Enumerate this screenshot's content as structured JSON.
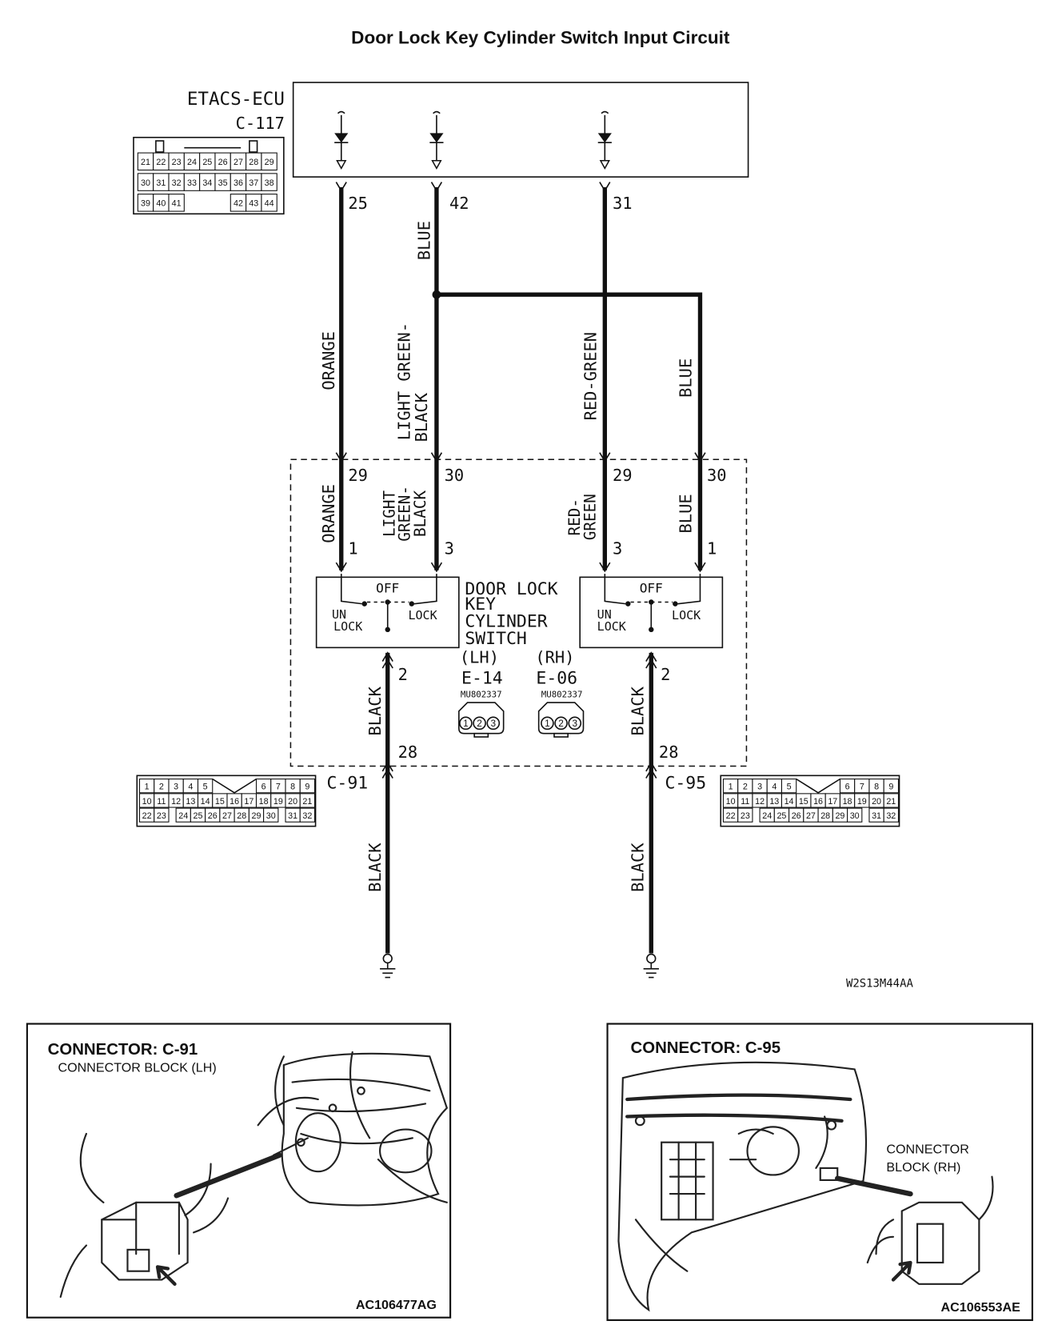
{
  "title": "Door Lock Key Cylinder Switch Input Circuit",
  "ecu": {
    "name": "ETACS-ECU",
    "connector": "C-117"
  },
  "ecu_connector_pins": {
    "row1": [
      "21",
      "22",
      "23",
      "24",
      "25",
      "26",
      "27",
      "28",
      "29"
    ],
    "row2": [
      "30",
      "31",
      "32",
      "33",
      "34",
      "35",
      "36",
      "37",
      "38"
    ],
    "row3": [
      "39",
      "40",
      "41",
      "42",
      "43",
      "44"
    ]
  },
  "ecu_terminals": [
    "25",
    "42",
    "31"
  ],
  "wire_colors": {
    "orange": "ORANGE",
    "blue": "BLUE",
    "light_green_black_1": "LIGHT GREEN-",
    "light_green_black_2": "BLACK",
    "lgb_1": "LIGHT",
    "lgb_2": "GREEN-",
    "lgb_3": "BLACK",
    "red_green": "RED-GREEN",
    "rg_1": "RED-",
    "rg_2": "GREEN",
    "black": "BLACK"
  },
  "junction_terminals": {
    "lh_a": "29",
    "lh_b": "30",
    "rh_a": "29",
    "rh_b": "30",
    "lh_gnd": "28",
    "rh_gnd": "28"
  },
  "switch_terminals": {
    "lh_a": "1",
    "lh_b": "3",
    "rh_a": "3",
    "rh_b": "1",
    "lh_gnd": "2",
    "rh_gnd": "2"
  },
  "switch": {
    "off": "OFF",
    "un": "UN",
    "lock_un": "LOCK",
    "lock": "LOCK",
    "name_1": "DOOR LOCK",
    "name_2": "KEY",
    "name_3": "CYLINDER",
    "name_4": "SWITCH",
    "lh": "(LH)",
    "rh": "(RH)",
    "lh_connector": "E-14",
    "rh_connector": "E-06",
    "part_number": "MU802337",
    "pins": [
      "1",
      "2",
      "3"
    ]
  },
  "junction_blocks": {
    "lh": "C-91",
    "rh": "C-95",
    "pins": {
      "row1": [
        "1",
        "2",
        "3",
        "4",
        "5",
        "6",
        "7",
        "8",
        "9"
      ],
      "row2": [
        "10",
        "11",
        "12",
        "13",
        "14",
        "15",
        "16",
        "17",
        "18",
        "19",
        "20",
        "21"
      ],
      "row3": [
        "22",
        "23",
        "24",
        "25",
        "26",
        "27",
        "28",
        "29",
        "30",
        "31",
        "32"
      ]
    }
  },
  "diagram_code": "W2S13M44AA",
  "panels": {
    "left": {
      "title": "CONNECTOR: C-91",
      "subtitle": "CONNECTOR BLOCK (LH)",
      "code": "AC106477AG"
    },
    "right": {
      "title": "CONNECTOR: C-95",
      "label_1": "CONNECTOR",
      "label_2": "BLOCK (RH)",
      "code": "AC106553AE"
    }
  },
  "colors": {
    "ink": "#111111",
    "background": "#ffffff"
  }
}
